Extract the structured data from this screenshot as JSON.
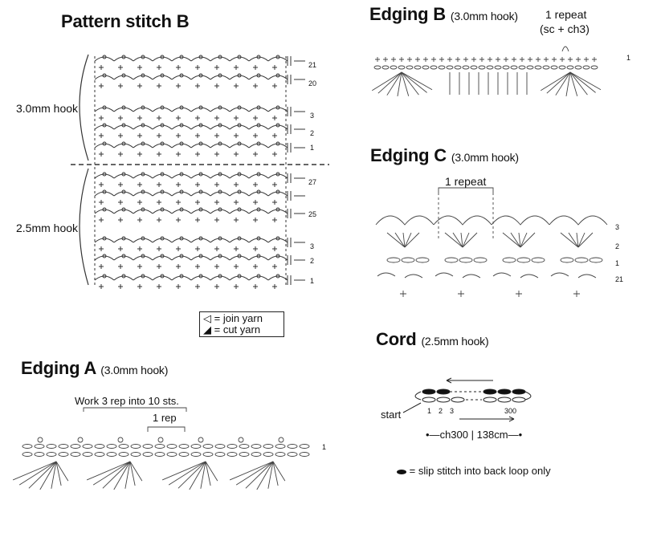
{
  "pattern_b": {
    "title": "Pattern stitch B",
    "hook_upper": "3.0mm hook",
    "hook_lower": "2.5mm hook",
    "rows_upper": [
      "21",
      "20",
      "3",
      "2",
      "1"
    ],
    "rows_lower": [
      "27",
      "25",
      "3",
      "2",
      "1"
    ]
  },
  "legend": {
    "join": "= join yarn",
    "cut": "= cut yarn"
  },
  "edging_a": {
    "title": "Edging A",
    "hook": "(3.0mm hook)",
    "note": "Work 3 rep into 10 sts.",
    "rep": "1 rep",
    "row": "1"
  },
  "edging_b": {
    "title": "Edging B",
    "hook": "(3.0mm hook)",
    "repeat_line1": "1 repeat",
    "repeat_line2": "(sc + ch3)",
    "row": "1"
  },
  "edging_c": {
    "title": "Edging C",
    "hook": "(3.0mm hook)",
    "repeat": "1 repeat",
    "rows": [
      "3",
      "2",
      "1",
      "21"
    ]
  },
  "cord": {
    "title": "Cord",
    "hook": "(2.5mm hook)",
    "start": "start",
    "counts": [
      "1",
      "2",
      "3"
    ],
    "end_count": "300",
    "chain": "ch300 | 138cm",
    "legend": "= slip stitch into back loop only"
  }
}
